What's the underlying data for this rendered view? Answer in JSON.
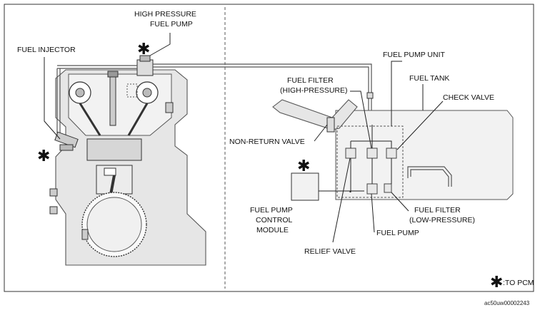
{
  "labels": {
    "high_pressure_fuel_pump_1": "HIGH PRESSURE",
    "high_pressure_fuel_pump_2": "FUEL PUMP",
    "fuel_injector": "FUEL INJECTOR",
    "fuel_pump_unit": "FUEL PUMP UNIT",
    "fuel_filter_high_1": "FUEL FILTER",
    "fuel_filter_high_2": "(HIGH-PRESSURE)",
    "fuel_tank": "FUEL TANK",
    "check_valve": "CHECK VALVE",
    "non_return_valve": "NON-RETURN VALVE",
    "fuel_pump_control_module_1": "FUEL PUMP",
    "fuel_pump_control_module_2": "CONTROL",
    "fuel_pump_control_module_3": "MODULE",
    "fuel_filter_low_1": "FUEL FILTER",
    "fuel_filter_low_2": "(LOW-PRESSURE)",
    "fuel_pump": "FUEL PUMP",
    "relief_valve": "RELIEF VALVE"
  },
  "legend": {
    "symbol": "✱",
    "text": ":TO PCM"
  },
  "figure_id": "ac50uw00002243"
}
